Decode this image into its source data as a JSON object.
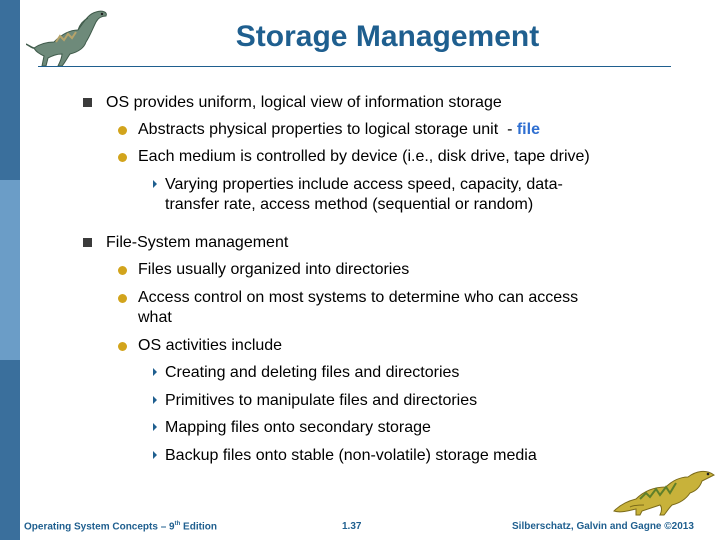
{
  "slide": {
    "title": "Storage Management",
    "bullets": {
      "b1": "OS provides uniform, logical view of information storage",
      "b1_1_prefix": "Abstracts physical properties to logical storage unit  - ",
      "b1_1_emph": "file",
      "b1_2": "Each medium is controlled by device (i.e., disk drive, tape drive)",
      "b1_2_1_line1": "Varying properties include access speed, capacity, data-",
      "b1_2_1_line2": "transfer rate, access method (sequential or random)",
      "b2": "File-System management",
      "b2_1": "Files usually organized into directories",
      "b2_2_line1": "Access control on most systems to determine who can access",
      "b2_2_line2": "what",
      "b2_3": "OS activities include",
      "b2_3_1": "Creating and deleting files and directories",
      "b2_3_2": "Primitives to manipulate files and directories",
      "b2_3_3": "Mapping files onto secondary storage",
      "b2_3_4": "Backup files onto stable (non-volatile) storage media"
    }
  },
  "footer": {
    "left_prefix": "Operating System Concepts – 9",
    "left_sup": "th",
    "left_suffix": " Edition",
    "center": "1.37",
    "right": "Silberschatz, Galvin and Gagne ©2013"
  },
  "colors": {
    "title": "#1f5f8f",
    "emphasis": "#2f6fd1",
    "bullet_dot": "#d2a41c",
    "side_bar_dark": "#3a6f9c",
    "side_bar_light": "#6b9dc7"
  }
}
